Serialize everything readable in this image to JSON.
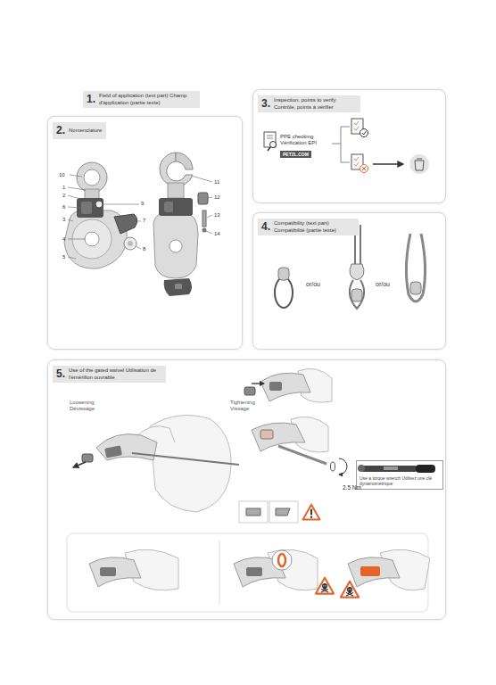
{
  "diagram": {
    "nodes": [
      {
        "text": [
          "1.",
          "Field of application (text part) Champ d'application (partie texte)"
        ]
      },
      {
        "text": [
          "2.",
          "Nomenclature"
        ]
      },
      {
        "text": [
          "3.",
          "Inspection, points to verify Contrôle, points à vérifier"
        ]
      },
      {
        "text": [
          "PETZL.COM"
        ],
        "in": 2
      },
      {
        "text": [
          "4.",
          "Compatibility (text part) Compatibilité (partie texte)"
        ]
      },
      {
        "text": [
          "5.",
          "Use of the gated swivel Utilisation de l'émérillon ouvrable"
        ]
      },
      {
        "text": [
          "Use a torque wrench Utilisez une clé dynamométrique"
        ],
        "in": 5
      }
    ],
    "labels": [
      "10",
      "1",
      "2",
      "9",
      "6",
      "3",
      "7",
      "4",
      "8",
      "5",
      "11",
      "12",
      "13",
      "14",
      "PPE checking",
      "Vérification EPI",
      "or/ou",
      "or/ou",
      "Loosening",
      "Dévissage",
      "Tightening",
      "Vissage",
      "2.5 Nm"
    ]
  }
}
